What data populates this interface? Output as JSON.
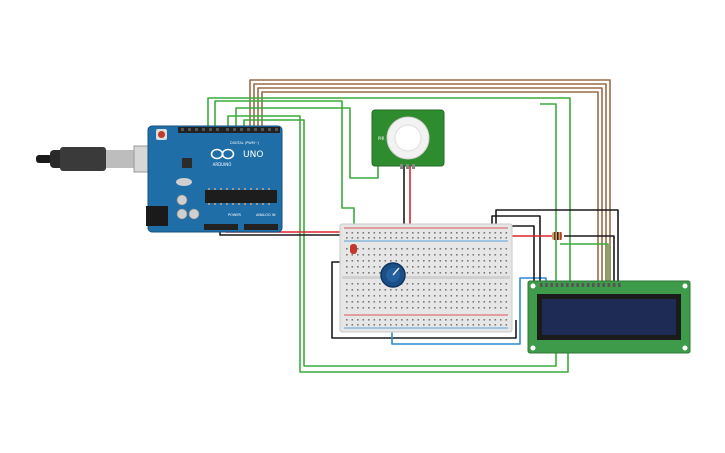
{
  "arduino": {
    "logo_text": "ARDUINO",
    "model": "UNO",
    "digital_header": "DIGITAL (PWM~)",
    "power_header": "POWER",
    "analog_header": "ANALOG IN"
  },
  "pir_sensor": {
    "label": "PIR"
  },
  "colors": {
    "board_blue": "#1f6ea8",
    "breadboard": "#e6e6e6",
    "pir_green": "#2e8b2e",
    "lcd_green": "#3e9b4a",
    "lcd_screen": "#1e2b54",
    "wire_green": "#3cab3c",
    "wire_brown": "#9a6a45",
    "wire_red": "#d9262b",
    "wire_black": "#1a1a1a",
    "wire_blue": "#2b8ad6",
    "led_red": "#c0392b",
    "pot_blue": "#1b4f86"
  }
}
